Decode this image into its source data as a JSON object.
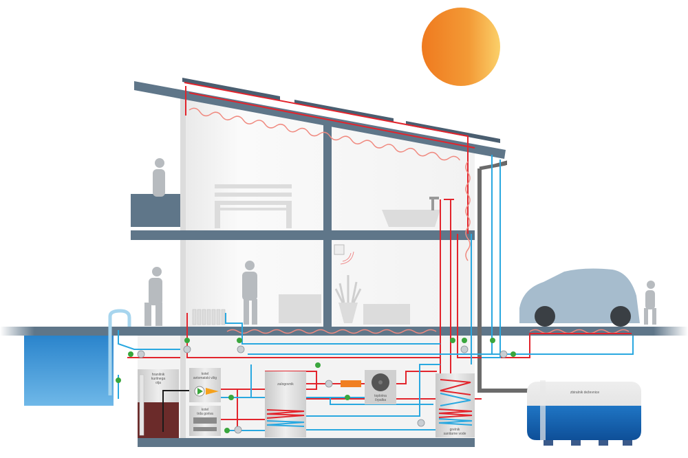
{
  "labels": {
    "oil_tank": [
      "hranilnik",
      "kurilnega",
      "olja"
    ],
    "auto_boiler": [
      "kotel",
      "avtomatski vžig"
    ],
    "solid_fuel_boiler": [
      "kotel",
      "trda goriva"
    ],
    "buffer_tank": "zalogovnik",
    "heat_pump": [
      "toplotna",
      "črpalka"
    ],
    "water_heater": [
      "grelnik",
      "sanitarne vode"
    ],
    "rain_tank": "zbiralnik deževnice"
  },
  "colors": {
    "hot_pipe": "#e2242c",
    "cold_pipe": "#29a8e0",
    "structure": "#5f7689",
    "sun": "#f08125",
    "pump": "#3aa63d",
    "car": "#a6bccd"
  }
}
